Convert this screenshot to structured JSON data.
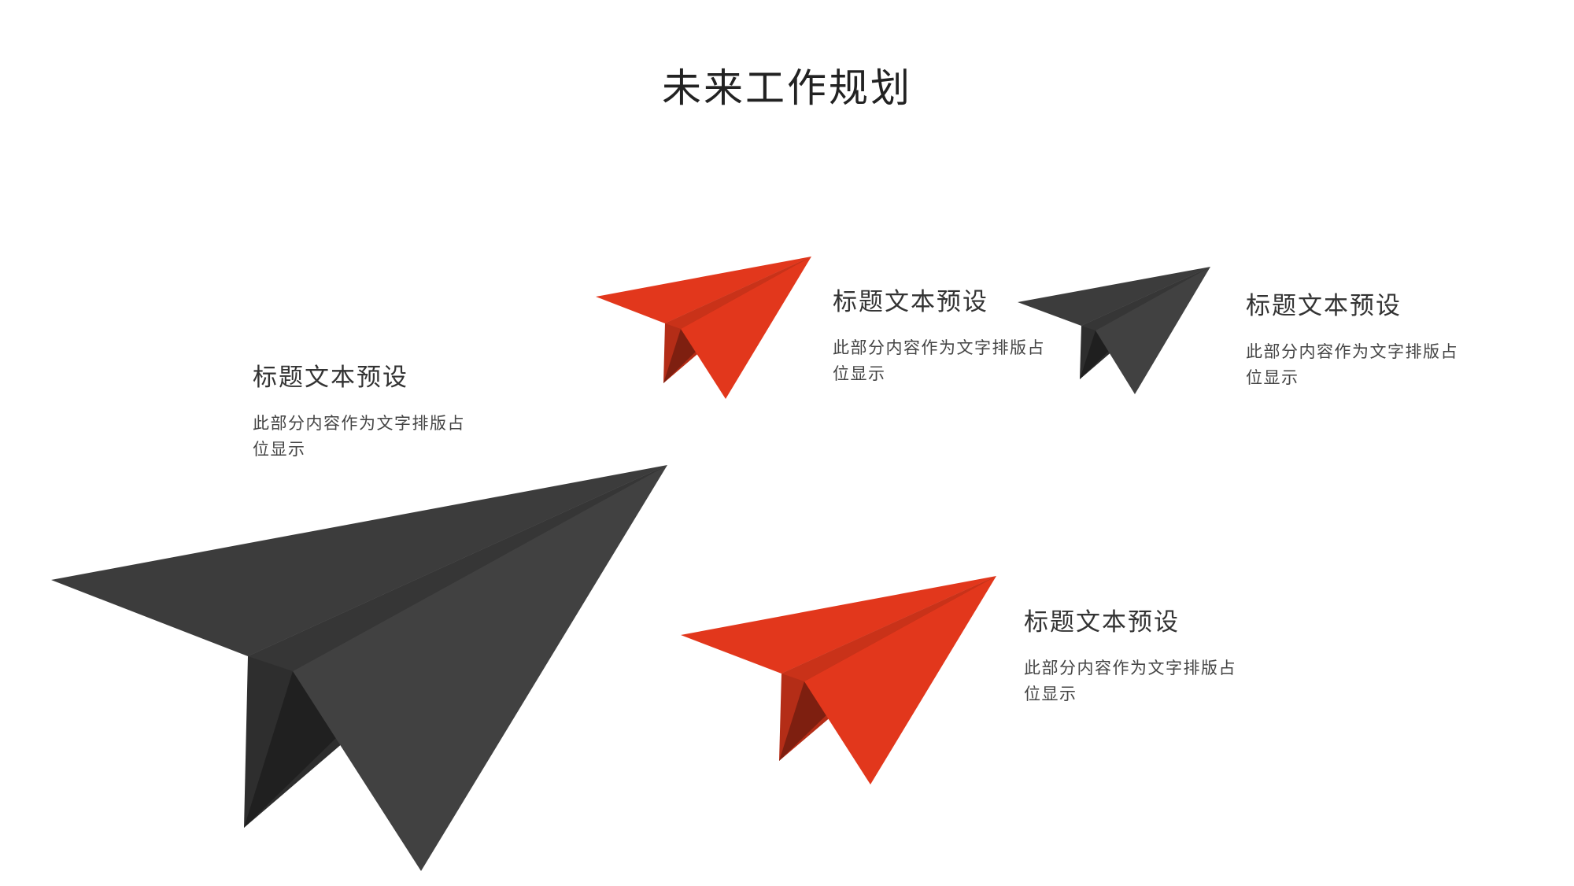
{
  "slide": {
    "title": "未来工作规划",
    "accent_color": "#e2371c",
    "dark_color": "#3f3f3f",
    "blocks": [
      {
        "heading": "标题文本预设",
        "body": "此部分内容作为文字排版占位显示"
      },
      {
        "heading": "标题文本预设",
        "body": "此部分内容作为文字排版占位显示"
      },
      {
        "heading": "标题文本预设",
        "body": "此部分内容作为文字排版占位显示"
      },
      {
        "heading": "标题文本预设",
        "body": "此部分内容作为文字排版占位显示"
      }
    ],
    "icons": [
      "paper-plane-dark-large-icon",
      "paper-plane-red-small-icon",
      "paper-plane-dark-small-icon",
      "paper-plane-red-medium-icon"
    ]
  }
}
